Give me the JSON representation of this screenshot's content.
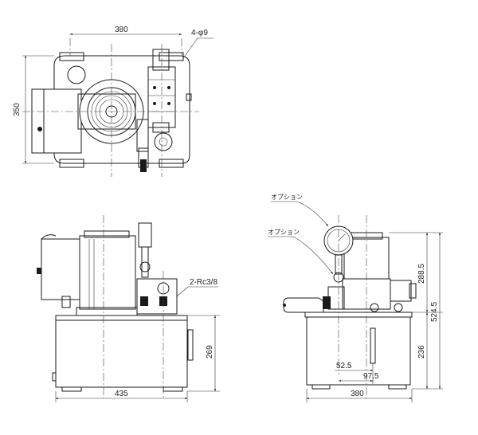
{
  "top_view": {
    "dim_width": "380",
    "dim_height": "350",
    "hole_label": "4-φ9"
  },
  "front_view": {
    "port_label": "2-Rc3/8",
    "dim_width": "435",
    "dim_tank_height": "269"
  },
  "side_view": {
    "option_label_1": "オプション",
    "option_label_2": "オプション",
    "dim_upper": "288.5",
    "dim_total": "524.5",
    "dim_tank": "236",
    "dim_gauge_offset_1": "52.5",
    "dim_gauge_offset_2": "97.5",
    "dim_width": "380"
  }
}
